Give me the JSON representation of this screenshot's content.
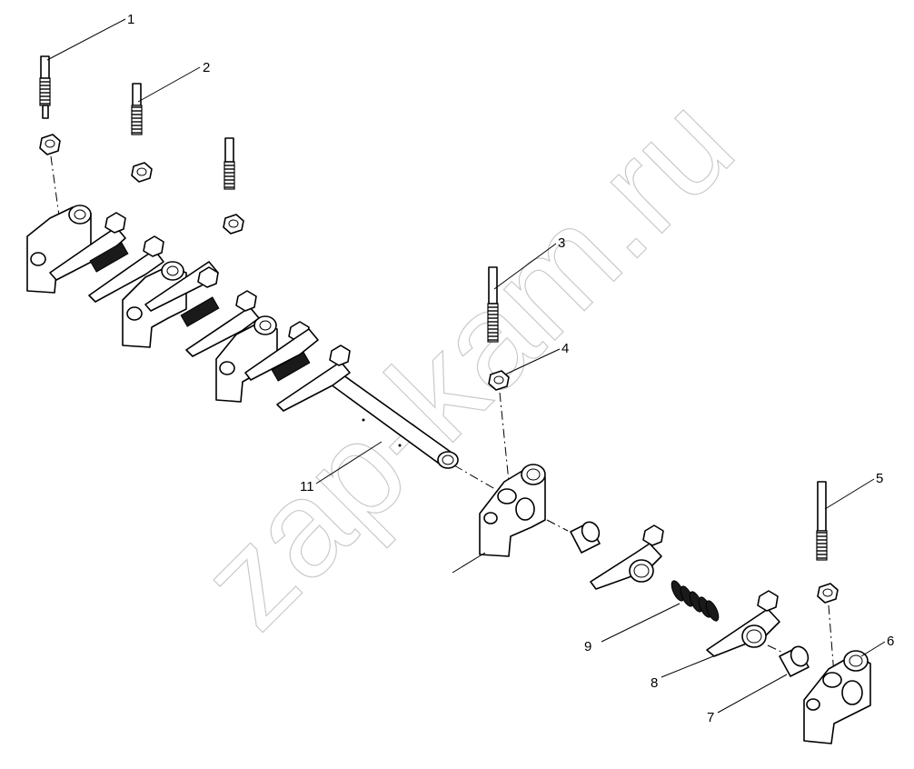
{
  "watermark": "zap-kam.ru",
  "callouts": [
    {
      "label": "1"
    },
    {
      "label": "2"
    },
    {
      "label": "3"
    },
    {
      "label": "4"
    },
    {
      "label": "5"
    },
    {
      "label": "6"
    },
    {
      "label": "7"
    },
    {
      "label": "8"
    },
    {
      "label": "9"
    },
    {
      "label": "11"
    }
  ]
}
